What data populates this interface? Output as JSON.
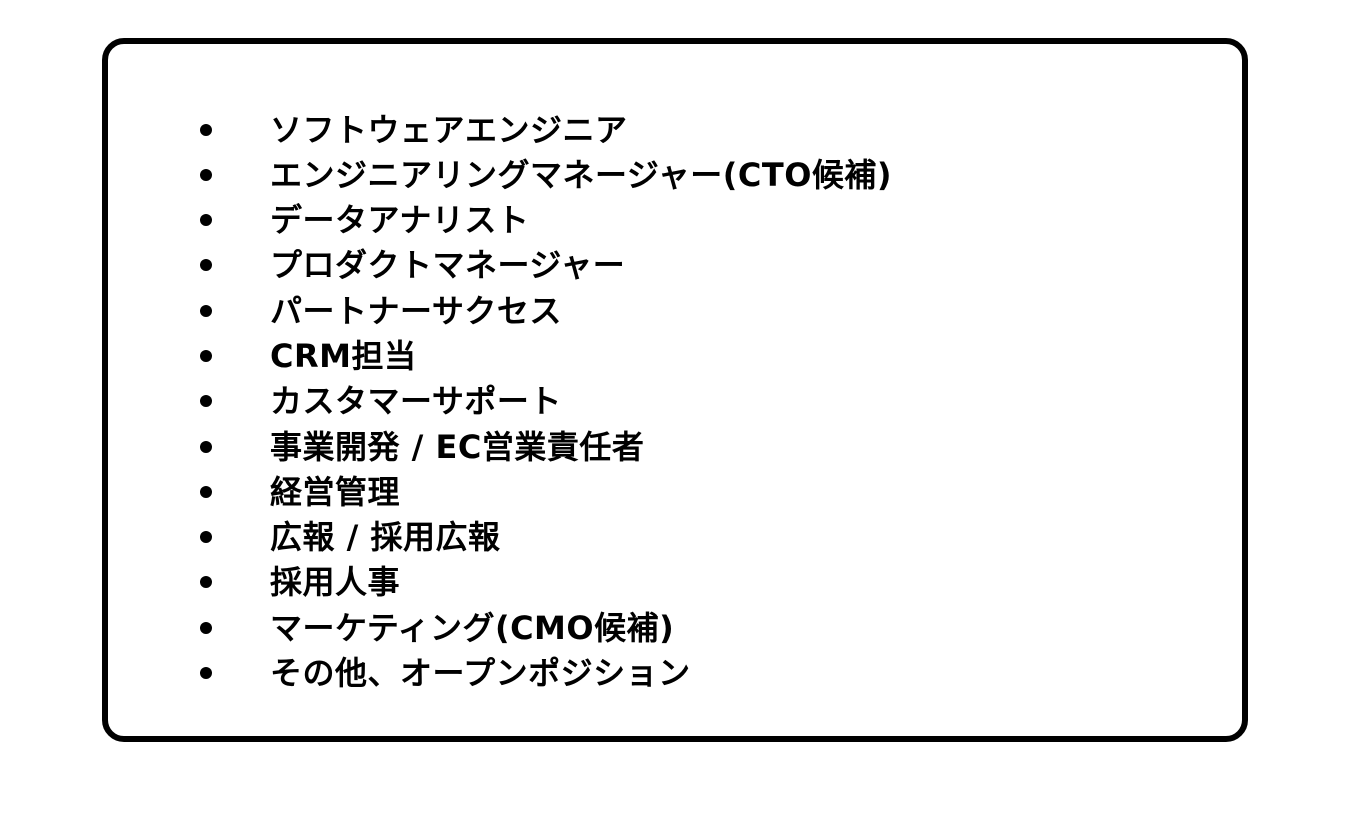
{
  "positions": [
    "ソフトウェアエンジニア",
    "エンジニアリングマネージャー(CTO候補)",
    "データアナリスト",
    "プロダクトマネージャー",
    "パートナーサクセス",
    "CRM担当",
    "カスタマーサポート",
    "事業開発 / EC営業責任者",
    "経営管理",
    "広報 / 採用広報",
    "採用人事",
    "マーケティング(CMO候補)",
    "その他、オープンポジション"
  ]
}
